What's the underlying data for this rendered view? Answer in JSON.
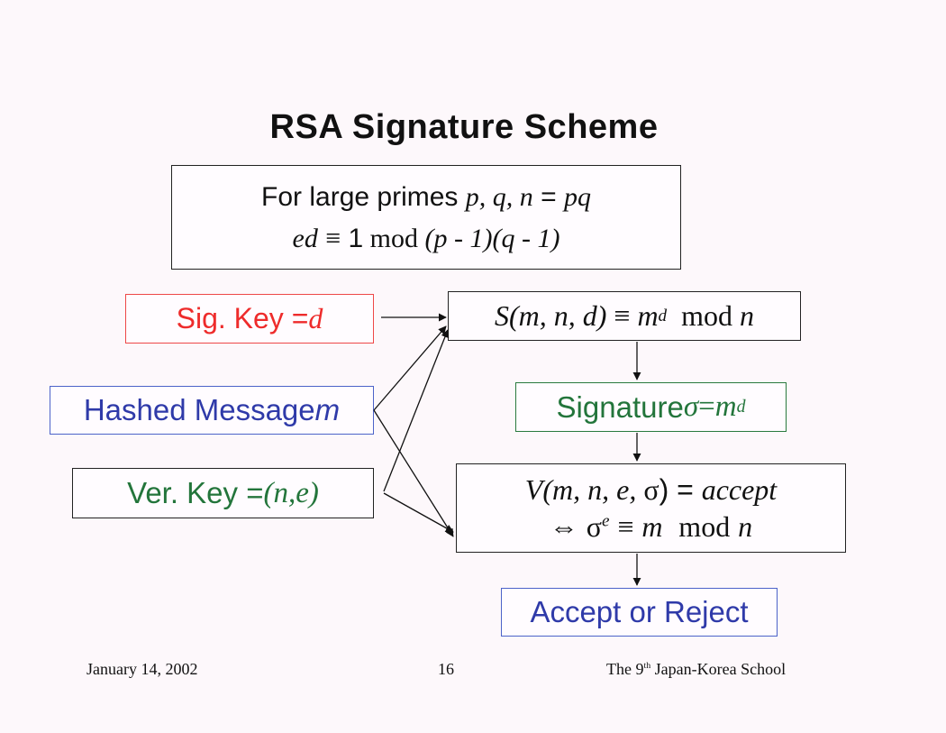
{
  "title": "RSA Signature Scheme",
  "setup": {
    "line1_text": "For large primes ",
    "line1_vars": "p, q, n",
    "line1_eq": " = ",
    "line1_rhs": "pq",
    "line2_ed": "ed",
    "line2_rest": "1",
    "line2_mod": " mod ",
    "line2_paren": "(p - 1)(q - 1)"
  },
  "sig_key": {
    "label": "Sig. Key = ",
    "var": "d"
  },
  "hashed_message": {
    "label": "Hashed Message ",
    "var": "m"
  },
  "ver_key": {
    "label": "Ver. Key = ",
    "var": "(n,e)"
  },
  "sign_fn": {
    "lhs": "S(m, n, d)",
    "rhs_base": "m",
    "rhs_exp": "d",
    "mod": "mod",
    "n": "n"
  },
  "signature": {
    "label": "Signature ",
    "sym": "σ",
    "eq": " = ",
    "base": "m",
    "exp": "d"
  },
  "verify_fn": {
    "line1_lhs": "V(m, n, e, ",
    "line1_sigma": "σ",
    "line1_close": ") = ",
    "line1_accept": "accept",
    "line2_iff": "⇔",
    "line2_sigma": "σ",
    "line2_exp": "e",
    "line2_m": "m",
    "line2_mod": "mod",
    "line2_n": "n"
  },
  "result": {
    "label": "Accept or Reject"
  },
  "footer": {
    "date": "January 14, 2002",
    "page": "16",
    "event_pre": "The 9",
    "event_sup": "th",
    "event_post": " Japan-Korea School"
  },
  "colors": {
    "red": "#ee2b2b",
    "blue": "#2f3aa9",
    "green": "#23753b"
  }
}
